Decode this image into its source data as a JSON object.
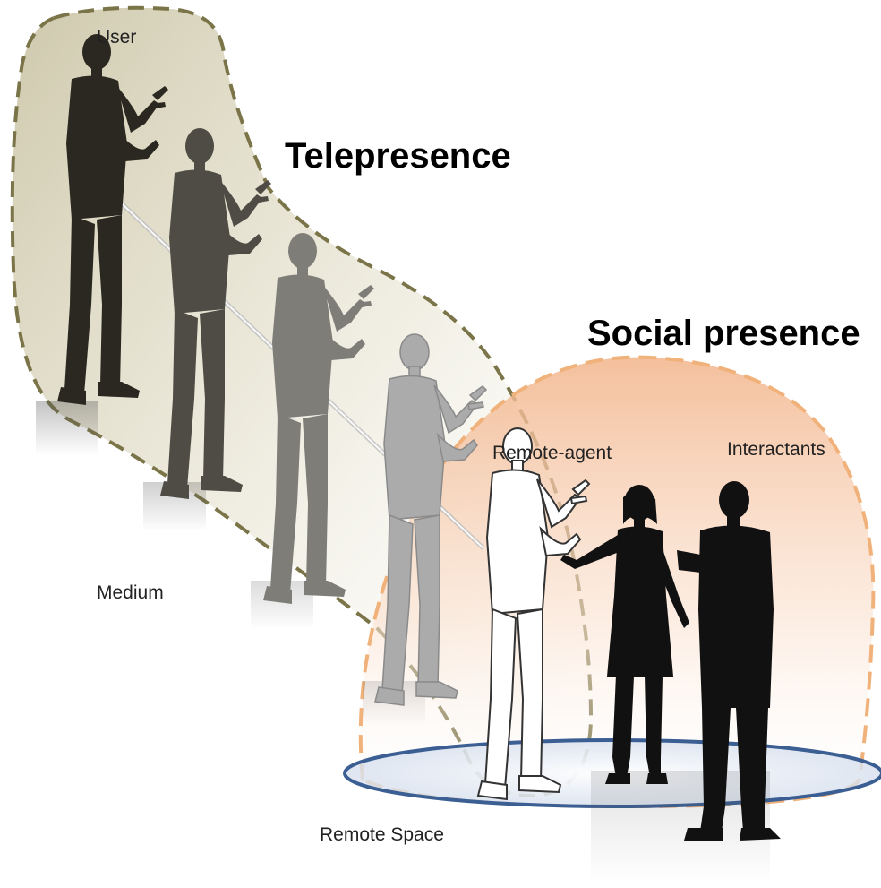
{
  "labels": {
    "user": "User",
    "telepresence": "Telepresence",
    "social_presence": "Social presence",
    "remote_agent": "Remote-agent",
    "interactants": "Interactants",
    "medium": "Medium",
    "remote_space": "Remote Space"
  },
  "colors": {
    "telepresence_outline": "#7a7448",
    "telepresence_fill": "#e6e2cc",
    "social_outline": "#f0b27a",
    "social_fill": "#f6c7a6",
    "remote_space_outline": "#3b5e93",
    "silhouette_dark": "#222222"
  }
}
